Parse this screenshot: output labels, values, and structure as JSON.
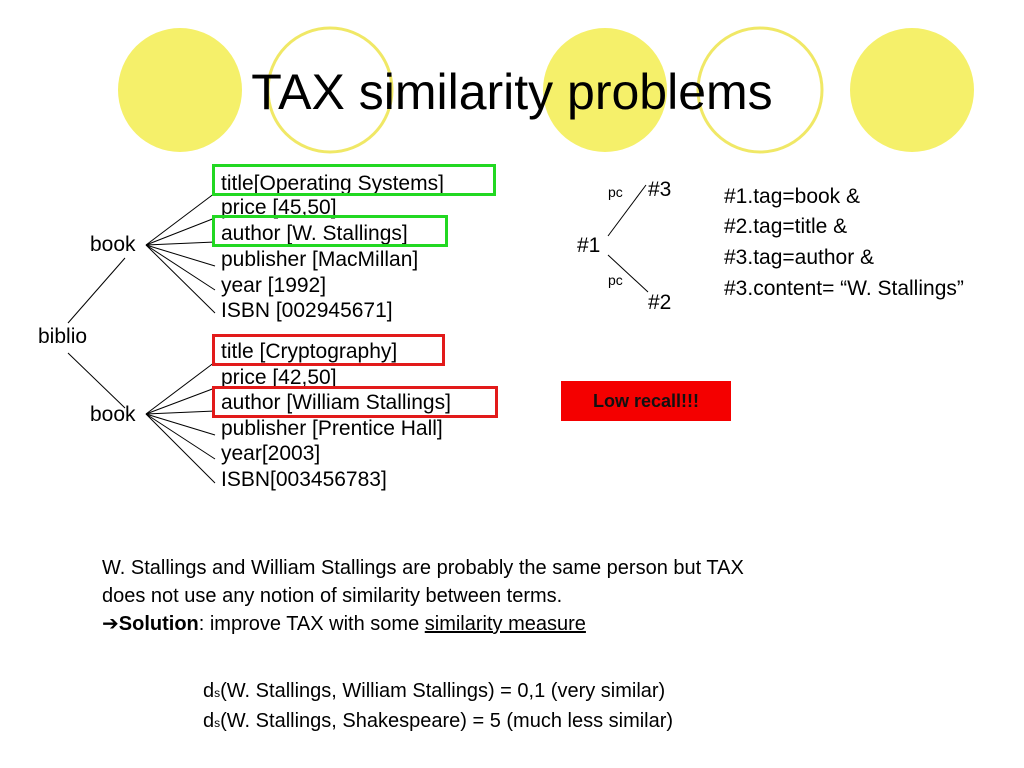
{
  "slide": {
    "title": "TAX similarity problems",
    "colors": {
      "circle_fill": "#f5f06a",
      "circle_outline": "#f0e866",
      "green_box": "#22d822",
      "red_box": "#e21a1a",
      "recall_bg": "#f40000"
    }
  },
  "tree": {
    "root": "biblio",
    "book1": {
      "label": "book",
      "children": [
        "title[Operating Systems]",
        "price [45,50]",
        "author [W. Stallings]",
        "publisher [MacMillan]",
        "year [1992]",
        "ISBN [002945671]"
      ]
    },
    "book2": {
      "label": "book",
      "children": [
        "title [Cryptography]",
        "price [42,50]",
        "author [William Stallings]",
        "publisher [Prentice Hall]",
        "year[2003]",
        "ISBN[003456783]"
      ]
    }
  },
  "pattern": {
    "node1": "#1",
    "node2": "#2",
    "node3": "#3",
    "edge_top": "pc",
    "edge_bottom": "pc",
    "conditions": [
      "#1.tag=book &",
      "#2.tag=title &",
      "#3.tag=author &",
      "#3.content= “W. Stallings”"
    ]
  },
  "badge": "Low recall!!!",
  "explanation": {
    "line1": "W. Stallings and William Stallings are probably the same person but TAX",
    "line2": "does not use any notion of similarity between terms.",
    "arrow": "➔",
    "solution_label": "Solution",
    "solution_colon": ": improve TAX with some ",
    "solution_link": "similarity measure"
  },
  "formulas": [
    {
      "d": "d",
      "sub": "s",
      "text": "(W. Stallings, William Stallings) = 0,1 (very similar)"
    },
    {
      "d": "d",
      "sub": "s",
      "text": "(W. Stallings, Shakespeare) = 5 (much less similar)"
    }
  ]
}
